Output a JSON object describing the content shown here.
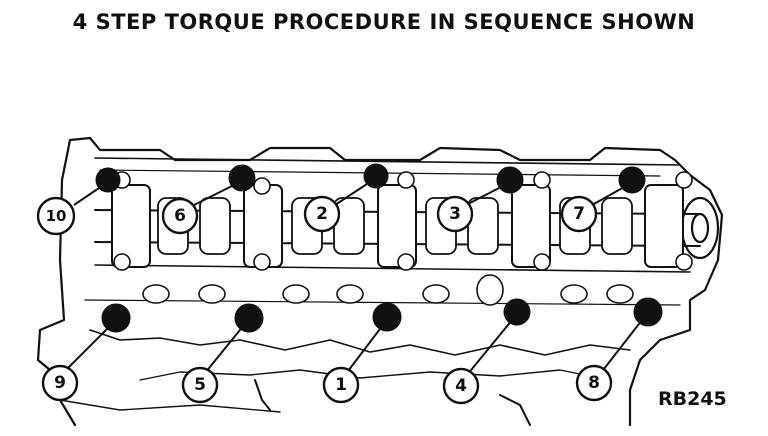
{
  "title": "4 STEP TORQUE PROCEDURE IN SEQUENCE SHOWN",
  "figure_code": "RB245",
  "callouts": [
    {
      "label": "1",
      "bolt": "lower-front-center"
    },
    {
      "label": "2",
      "bolt": "upper-center"
    },
    {
      "label": "3",
      "bolt": "upper-center-right"
    },
    {
      "label": "4",
      "bolt": "lower-center-right"
    },
    {
      "label": "5",
      "bolt": "lower-center-left"
    },
    {
      "label": "6",
      "bolt": "upper-center-left"
    },
    {
      "label": "7",
      "bolt": "upper-right"
    },
    {
      "label": "8",
      "bolt": "lower-right"
    },
    {
      "label": "9",
      "bolt": "lower-left"
    },
    {
      "label": "10",
      "bolt": "upper-left"
    }
  ]
}
